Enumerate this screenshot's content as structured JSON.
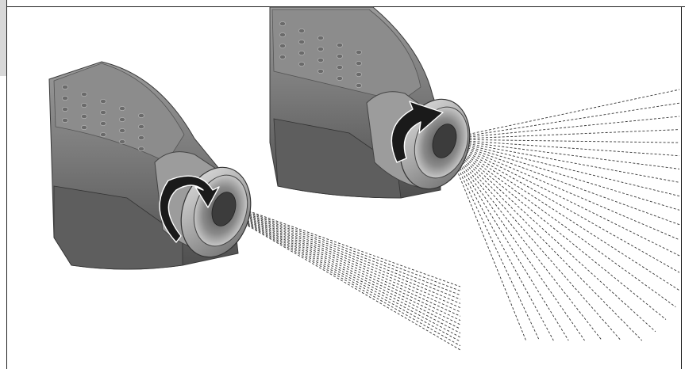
{
  "illustration": {
    "subject": "nozzle-spray-adjustment",
    "views": [
      {
        "id": "narrow-beam",
        "rotation": "clockwise",
        "spray": "narrow"
      },
      {
        "id": "wide-beam",
        "rotation": "counterclockwise",
        "spray": "wide"
      }
    ],
    "colors": {
      "border": "#222222",
      "body_dark": "#5a5a5a",
      "body_mid": "#8a8a8a",
      "body_light": "#c4c4c4",
      "arrow": "#1a1a1a",
      "spray": "#333333"
    }
  }
}
